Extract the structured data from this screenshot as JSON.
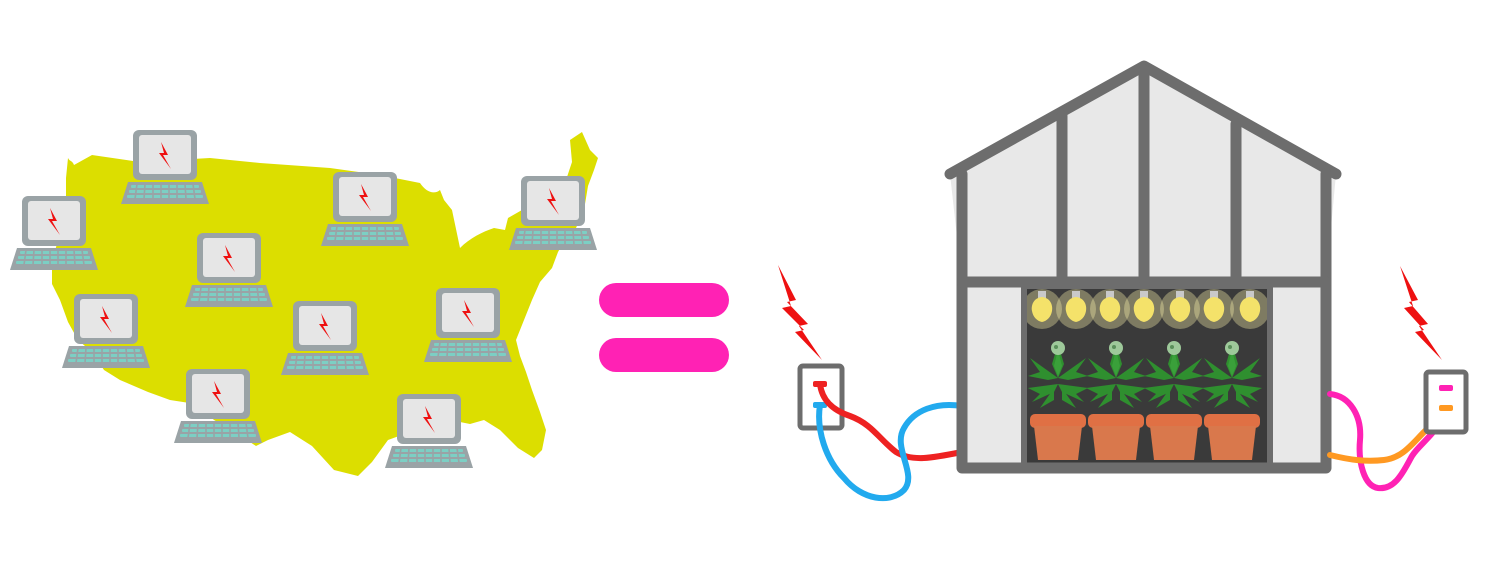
{
  "colors": {
    "map_fill": "#dcde00",
    "equals_sign": "#ff22b4",
    "laptop_frame": "#9aa3a6",
    "laptop_screen": "#e6e6e6",
    "laptop_keys": "#7ccfc4",
    "bolt": "#ee1111",
    "greenhouse_frame": "#6d6d6d",
    "greenhouse_panel": "#e8e8e8",
    "grow_room": "#3a3a3a",
    "bulb": "#f4e26a",
    "plant": "#2f8f2f",
    "pot": "#e07044",
    "cord_red": "#ee2222",
    "cord_blue": "#22aaee",
    "cord_pink": "#ff22b4",
    "cord_orange": "#ff9922",
    "outlet": "#6d6d6d"
  },
  "icons": {
    "map": "usa-map-icon",
    "laptop": "laptop-icon",
    "equals": "equals-sign-icon",
    "greenhouse": "greenhouse-icon",
    "bolt": "lightning-bolt-icon",
    "outlet": "power-outlet-icon",
    "bulb": "light-bulb-icon",
    "plant": "cannabis-plant-icon"
  },
  "counts": {
    "laptops": 10,
    "bulbs": 7,
    "plants": 4,
    "outlets": 2
  }
}
